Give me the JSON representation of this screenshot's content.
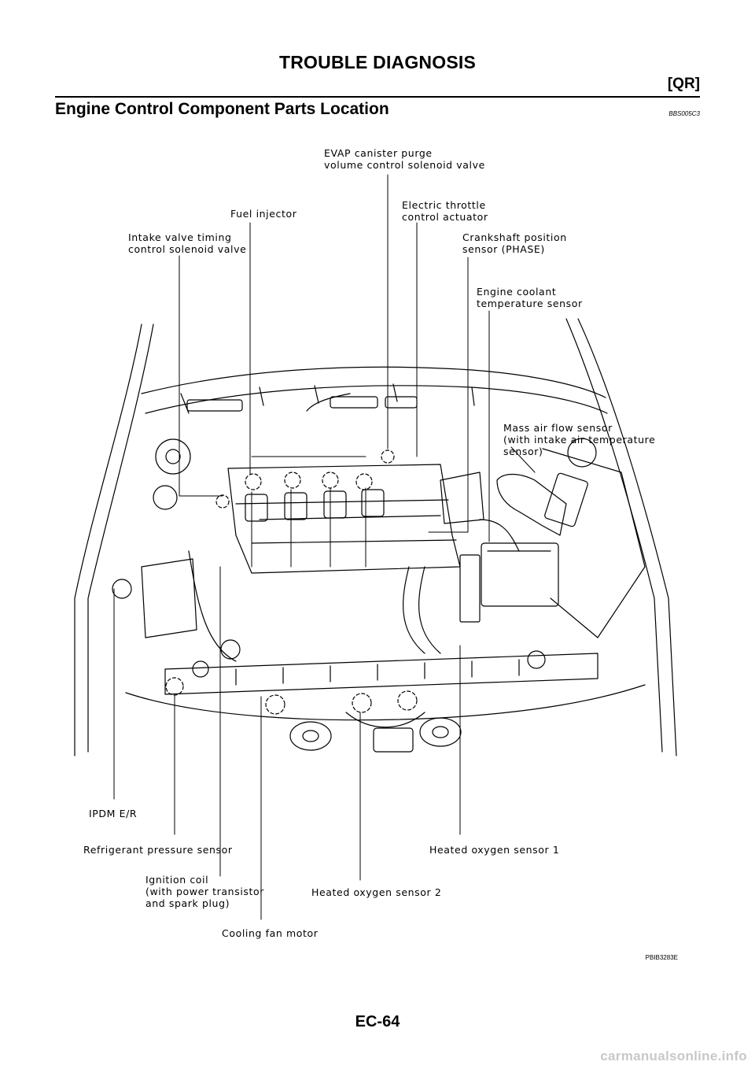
{
  "header": {
    "title": "TROUBLE DIAGNOSIS",
    "section": "[QR]"
  },
  "page_heading": "Engine Control Component Parts Location",
  "ref_code": "BBS005C3",
  "labels": {
    "evap": "EVAP canister purge\nvolume control solenoid valve",
    "fuel_injector": "Fuel injector",
    "throttle": "Electric throttle\ncontrol actuator",
    "intake_valve": "Intake valve timing\ncontrol solenoid valve",
    "crankshaft": "Crankshaft position\nsensor (PHASE)",
    "coolant": "Engine coolant\ntemperature sensor",
    "maf": "Mass air flow sensor\n(with intake air temperature\nsensor)",
    "ipdm": "IPDM E/R",
    "refrigerant": "Refrigerant pressure sensor",
    "ho2s1": "Heated oxygen sensor 1",
    "ignition": "Ignition coil\n(with power transistor\nand spark plug)",
    "ho2s2": "Heated oxygen sensor 2",
    "fan": "Cooling fan motor"
  },
  "figure_code": "PBIB3283E",
  "page_number": "EC-64",
  "watermark": "carmanualsonline.info"
}
